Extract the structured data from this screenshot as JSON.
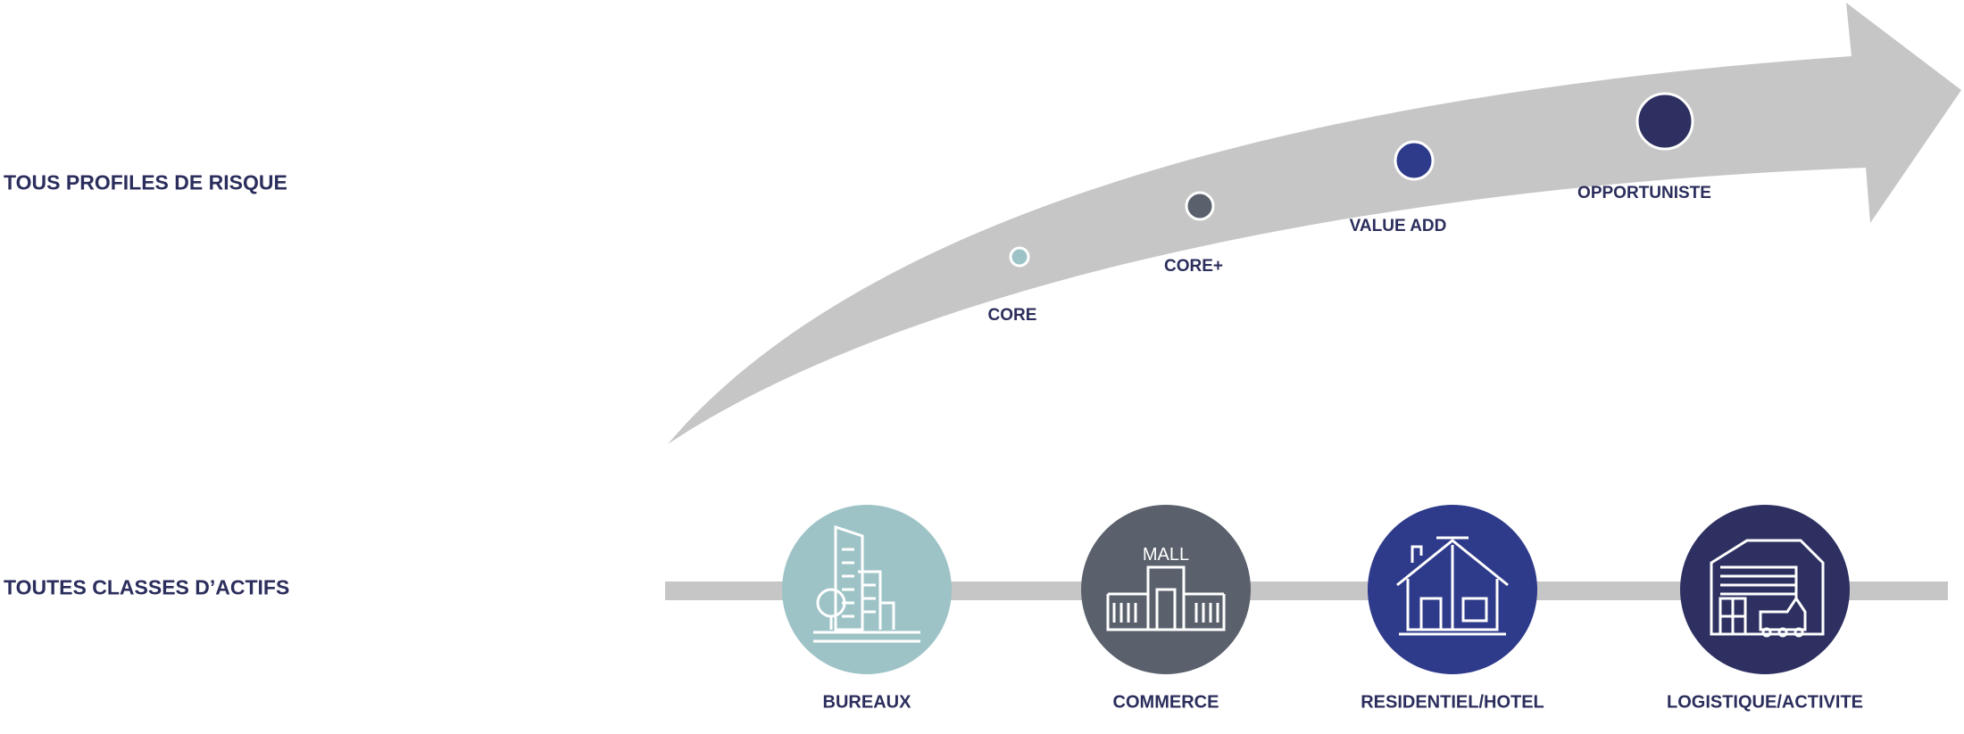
{
  "left_labels": {
    "risk_profiles": "TOUS PROFILES DE RISQUE",
    "asset_classes": "TOUTES CLASSES D’ACTIFS"
  },
  "risk_stages": [
    {
      "label": "CORE",
      "color": "#9dc3c6"
    },
    {
      "label": "CORE+",
      "color": "#5a616c"
    },
    {
      "label": "VALUE ADD",
      "color": "#2e3a8a"
    },
    {
      "label": "OPPORTUNISTE",
      "color": "#2d3060"
    }
  ],
  "asset_classes": [
    {
      "label": "BUREAUX",
      "icon": "office-buildings-icon",
      "color": "#9dc3c6"
    },
    {
      "label": "COMMERCE",
      "icon": "mall-icon",
      "color": "#5a616c",
      "icon_text": "MALL"
    },
    {
      "label": "RESIDENTIEL/HOTEL",
      "icon": "house-icon",
      "color": "#2e3a8a"
    },
    {
      "label": "LOGISTIQUE/ACTIVITE",
      "icon": "warehouse-icon",
      "color": "#2d3060"
    }
  ],
  "colors": {
    "arrow": "#c6c6c6",
    "text": "#2b2e5c",
    "bar": "#c6c6c6"
  }
}
